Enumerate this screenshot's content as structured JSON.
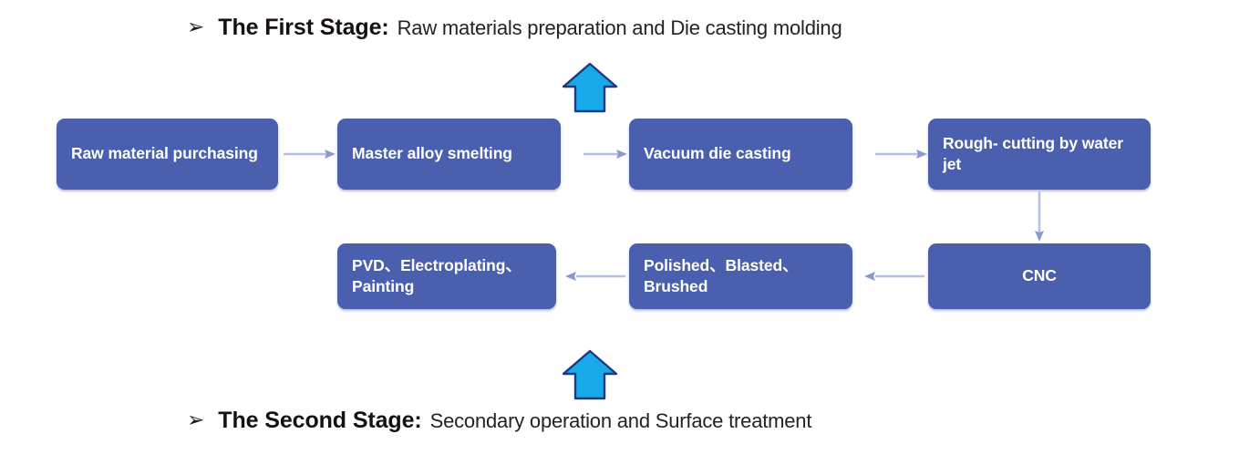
{
  "colors": {
    "box_fill": "#4a5fae",
    "connector": "#b6c0e4",
    "connector_dark": "#5a6cb4",
    "stage_arrow": "#17a9e8",
    "stage_arrow_outline": "#1f3a80",
    "heading_text": "#17120f"
  },
  "stages": {
    "top": {
      "bullet": "➢",
      "label": "The First Stage:",
      "description": "Raw materials preparation and Die casting molding"
    },
    "bottom": {
      "bullet": "➢",
      "label": "The Second Stage:",
      "description": "Secondary operation and Surface treatment"
    }
  },
  "flow": {
    "row1": [
      {
        "id": "raw",
        "text": "Raw material purchasing"
      },
      {
        "id": "master",
        "text": "Master alloy smelting"
      },
      {
        "id": "vacuum",
        "text": "Vacuum die casting"
      },
      {
        "id": "rough",
        "text": "Rough- cutting by water jet"
      }
    ],
    "row2": [
      {
        "id": "pvd",
        "text": "PVD、Electroplating、Painting"
      },
      {
        "id": "polish",
        "text": "Polished、Blasted、Brushed"
      },
      {
        "id": "cnc",
        "text": "CNC"
      }
    ]
  }
}
